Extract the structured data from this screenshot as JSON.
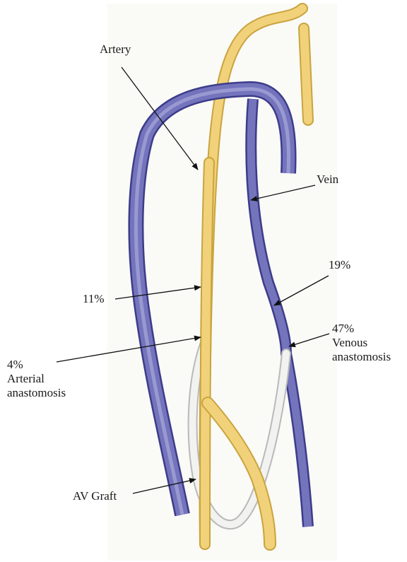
{
  "labels": {
    "artery": "Artery",
    "vein": "Vein",
    "pct_11": "11%",
    "pct_19": "19%",
    "pct_4": "4%",
    "arterial_anastomosis": "Arterial",
    "arterial_anastomosis_2": "anastomosis",
    "pct_47": "47%",
    "venous_anastomosis": "Venous",
    "venous_anastomosis_2": "anastomosis",
    "av_graft": "AV Graft"
  },
  "colors": {
    "vein_fill": "#7474bd",
    "vein_edge": "#3c3c8a",
    "vein_highlight": "#a9a9dc",
    "artery_fill": "#f1d27a",
    "artery_edge": "#c9a43e",
    "graft_fill": "#f2f2f0",
    "graft_edge": "#b9b9b9",
    "arrow": "#111111"
  }
}
